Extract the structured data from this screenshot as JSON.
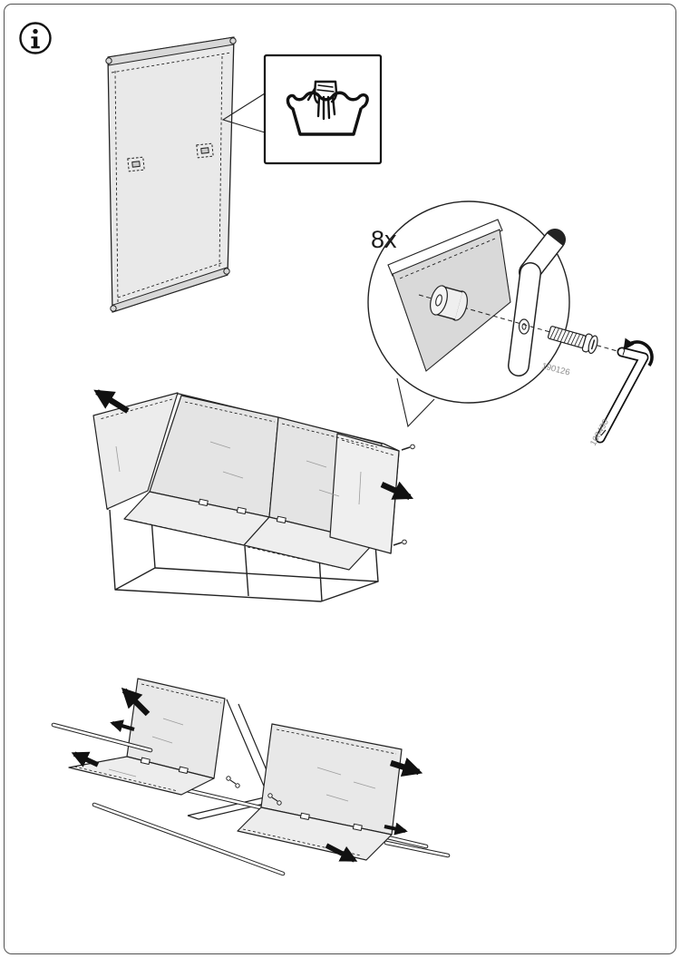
{
  "page": {
    "background": "#ffffff",
    "border_color": "#525252"
  },
  "hardware_callout": {
    "quantity": "8x",
    "screw_part_number": "190126",
    "allen_key_part_number": "108490"
  },
  "icons": {
    "info": "circled-serif-i",
    "hand_wash": "wash-tub-with-hand",
    "rotation": "curved-rotate-arrow",
    "direction": "solid-black-arrow"
  },
  "colors": {
    "line": "#232323",
    "arrow": "#111111",
    "fabric_light": "#e9e9e9",
    "fabric_shaded": "#d9d9d9",
    "part_number_text": "#8c8c8c"
  }
}
